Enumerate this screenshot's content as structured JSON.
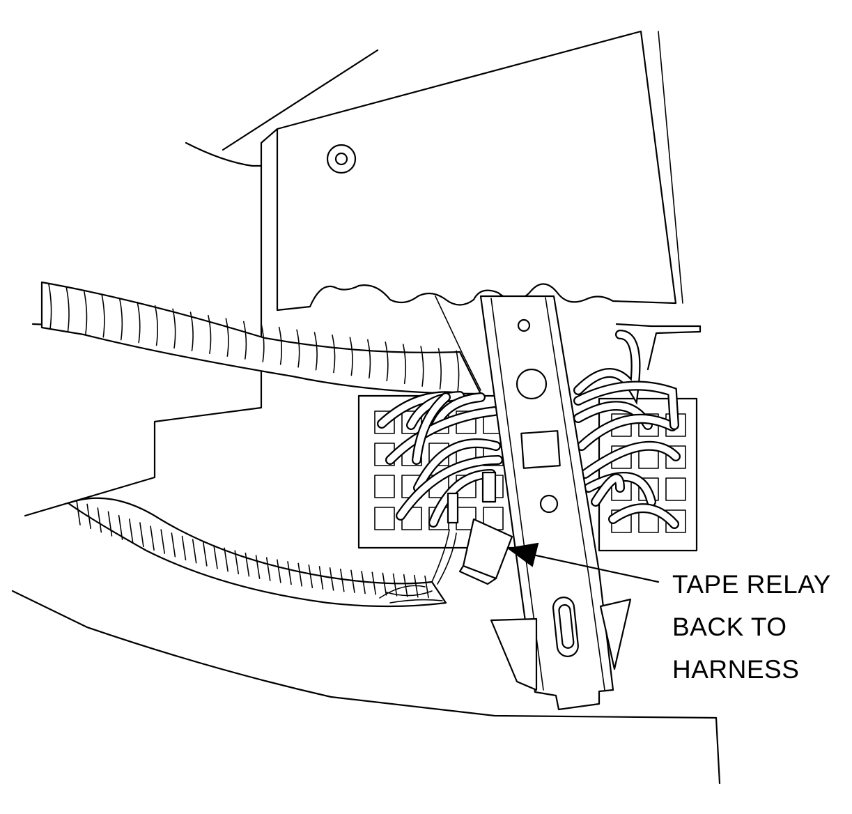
{
  "callout": {
    "lines": [
      "TAPE RELAY",
      "BACK TO",
      "HARNESS"
    ]
  },
  "colors": {
    "line": "#000000",
    "background": "#ffffff"
  }
}
